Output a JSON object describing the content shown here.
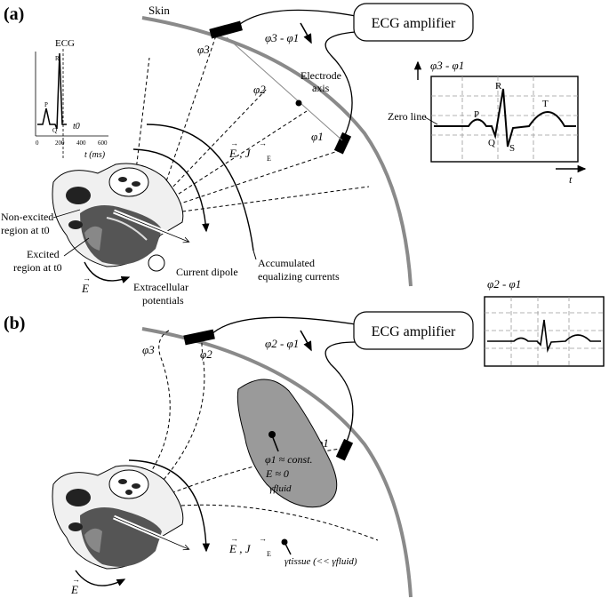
{
  "colors": {
    "skin": "#8a8a8a",
    "tissue_fluid": "#9a9a9a",
    "heart_dark": "#555555",
    "grid": "#9a9a9a",
    "ink": "#000000"
  },
  "panel_a": {
    "label": "(a)",
    "skin_label": "Skin",
    "amplifier": "ECG amplifier",
    "lead_label": "φ3 - φ1",
    "trace_label": "φ3 - φ1",
    "phi1": "φ1",
    "phi2": "φ2",
    "phi3": "φ3",
    "electrode_axis": [
      "Electrode",
      "axis"
    ],
    "zero_line": "Zero line",
    "time_axis": "t",
    "wave_labels": [
      "P",
      "Q",
      "R",
      "S",
      "T"
    ],
    "field_label": "E ,  J",
    "field_sub": "E",
    "non_excited": [
      "Non-excited",
      "region at t0"
    ],
    "excited": [
      "Excited",
      "region at t0"
    ],
    "e_bottom": "E",
    "extracellular": [
      "Extracellular",
      "potentials"
    ],
    "current_dipole": "Current dipole",
    "accumulated": [
      "Accumulated",
      "equalizing currents"
    ],
    "inset": {
      "title": "ECG",
      "ticks": [
        "0",
        "200",
        "400",
        "600"
      ],
      "xlabel": "t (ms)",
      "t0": "t0",
      "marks": [
        "P",
        "Q",
        "R"
      ]
    }
  },
  "panel_b": {
    "label": "(b)",
    "amplifier": "ECG amplifier",
    "lead_label": "φ2 - φ1",
    "trace_label": "φ2 - φ1",
    "phi1": "φ1",
    "phi2": "φ2",
    "phi3": "φ3",
    "fluid_text": [
      "φ1 ≈ const.",
      "E ≈ 0",
      "γfluid"
    ],
    "field_label": "E ,  J",
    "field_sub": "E",
    "tissue": "γtissue (<< γfluid)",
    "e_bottom": "E"
  }
}
